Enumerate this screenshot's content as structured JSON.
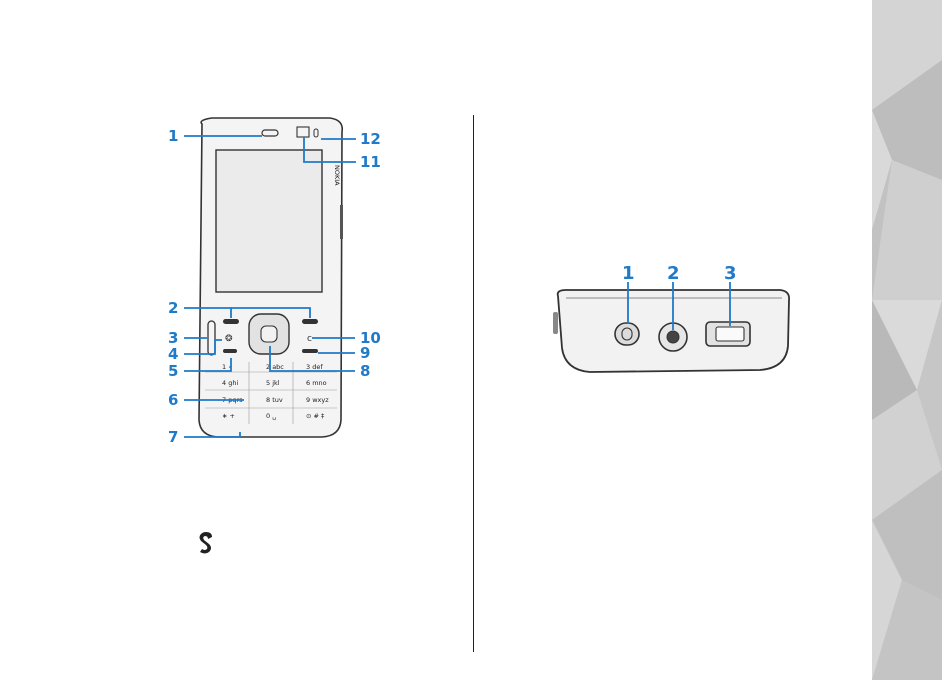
{
  "front_view": {
    "callouts": [
      "1",
      "2",
      "3",
      "4",
      "5",
      "6",
      "7",
      "8",
      "9",
      "10",
      "11",
      "12"
    ],
    "keypad": [
      [
        "1 ∘",
        "2 abc",
        "3 def"
      ],
      [
        "4 ghi",
        "5 jkl",
        "6 mno"
      ],
      [
        "7 pqrs",
        "8 tuv",
        "9 wxyz"
      ],
      [
        "∗ +",
        "0 ␣",
        "⊙ # ‡"
      ]
    ],
    "brand_text": "NOKIA"
  },
  "bottom_view": {
    "callouts": [
      "1",
      "2",
      "3"
    ]
  }
}
